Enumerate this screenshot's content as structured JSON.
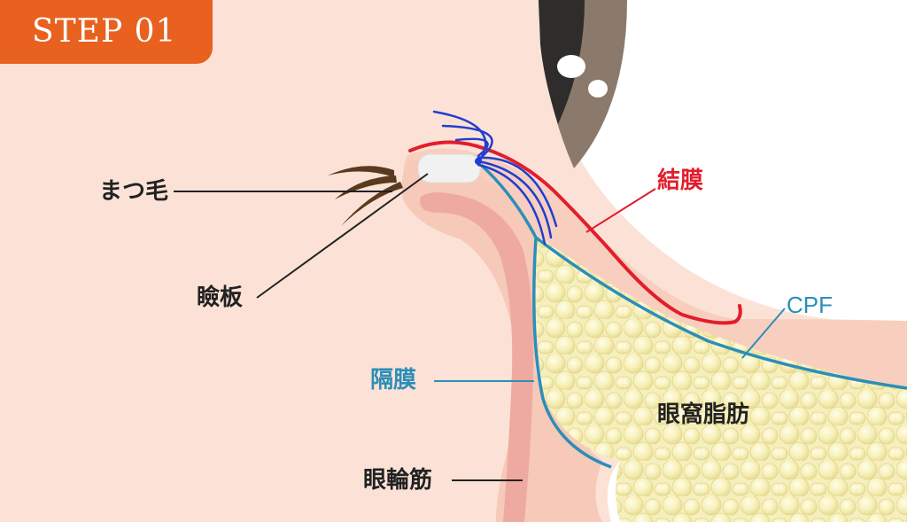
{
  "badge": {
    "text": "STEP 01",
    "color": "#e8611f"
  },
  "labels": {
    "eyelashes": "まつ毛",
    "tarsus": "瞼板",
    "septum": "隔膜",
    "orbicularis": "眼輪筋",
    "conjunctiva": "結膜",
    "cpf": "CPF",
    "orbital_fat": "眼窩脂肪"
  },
  "colors": {
    "skin": "#fce2d6",
    "eyelid": "#f6c9b8",
    "muscle": "#eeaaa0",
    "fat": "#fbf5c6",
    "conjunctiva_line": "#e21d2c",
    "septum_line": "#2a8fb8",
    "suture_line": "#1f3fd1"
  }
}
